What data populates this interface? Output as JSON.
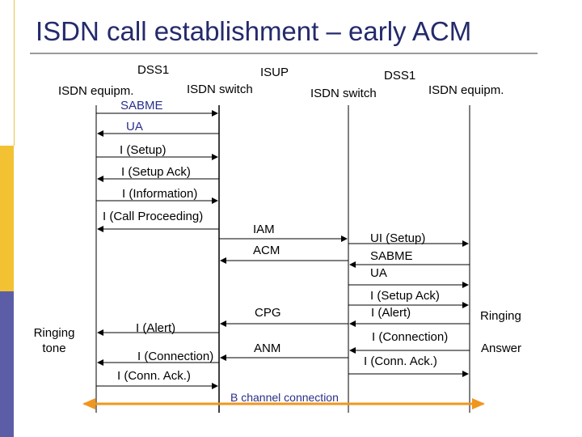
{
  "title": "ISDN call establishment – early ACM",
  "headers": {
    "dss1_left": "DSS1",
    "isup": "ISUP",
    "dss1_right": "DSS1",
    "isdn_equipm_left": "ISDN equipm.",
    "isdn_switch_left": "ISDN switch",
    "isdn_switch_right": "ISDN switch",
    "isdn_equipm_right": "ISDN equipm."
  },
  "messages": {
    "sabme_left": "SABME",
    "ua_left": "UA",
    "i_setup": "I (Setup)",
    "i_setup_ack": "I (Setup Ack)",
    "i_information": "I (Information)",
    "i_call_proceeding": "I (Call Proceeding)",
    "iam": "IAM",
    "acm": "ACM",
    "ui_setup": "UI (Setup)",
    "sabme_right": "SABME",
    "ua_right": "UA",
    "i_setup_ack_right": "I (Setup Ack)",
    "i_alert_right": "I (Alert)",
    "cpg": "CPG",
    "i_alert_left": "I (Alert)",
    "anm": "ANM",
    "i_connection_right": "I (Connection)",
    "i_connection_left": "I (Connection)",
    "i_conn_ack_right": "I (Conn. Ack.)",
    "i_conn_ack_left": "I (Conn. Ack.)",
    "b_channel": "B channel connection"
  },
  "side_notes": {
    "ringing_tone": "Ringing tone",
    "ringing": "Ringing",
    "answer": "Answer"
  },
  "colors": {
    "title": "#242a6b",
    "b_channel": "#f0961e",
    "bar_top": "#ffffff",
    "bar_middle": "#f2c232",
    "bar_bottom": "#5b5ea6"
  }
}
